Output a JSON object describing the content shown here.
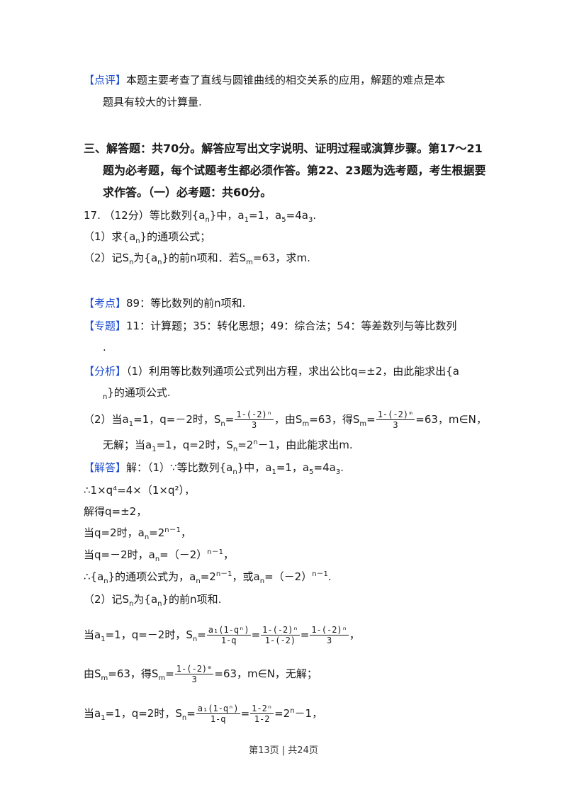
{
  "comment": {
    "tag": "【点评】",
    "line1": "本题主要考查了直线与圆锥曲线的相交关系的应用，解题的难点是本",
    "line2": "题具有较大的计算量."
  },
  "section": {
    "line1": "三、解答题：共70分。解答应写出文字说明、证明过程或演算步骤。第17～21",
    "line2": "题为必考题，每个试题考生都必须作答。第22、23题为选考题，考生根据要",
    "line3": "求作答。（一）必考题：共60分。"
  },
  "problem": {
    "number": "17.",
    "score": "（12分）等比数列{a",
    "stmt_rest": "}中，a",
    "stmt_a1": "=1，a",
    "stmt_a5": "=4a",
    "stmt_end": ".",
    "part1": "（1）求{a",
    "part1_end": "}的通项公式；",
    "part2_a": "（2）记S",
    "part2_b": "为{a",
    "part2_c": "}的前n项和．若S",
    "part2_d": "=63，求m."
  },
  "kaodian": {
    "tag": "【考点】",
    "text": "89：等比数列的前n项和."
  },
  "zhuanti": {
    "tag": "【专题】",
    "text": "11：计算题；35：转化思想；49：综合法；54：等差数列与等比数列",
    "cont": "."
  },
  "fenxi": {
    "tag": "【分析】",
    "line1": "（1）利用等比数列通项公式列出方程，求出公比q=±2，由此能求出{a",
    "line2_end": "}的通项公式.",
    "l3_a": "（2）当a",
    "l3_b": "=1，q=－2时，S",
    "l3_c": "=",
    "l3_d": "，由S",
    "l3_e": "=63，得S",
    "l3_f": "=",
    "l3_g": "=63，m∈N，",
    "l4_a": "无解；当a",
    "l4_b": "=1，q=2时，S",
    "l4_c": "=2",
    "l4_d": "－1，由此能求出m."
  },
  "jieda": {
    "tag": "【解答】",
    "l1_a": "解：（1）∵等比数列{a",
    "l1_b": "}中，a",
    "l1_c": "=1，a",
    "l1_d": "=4a",
    "l1_e": ".",
    "l2": "∴1×q⁴=4×（1×q²），",
    "l3": "解得q=±2，",
    "l4_a": "当q=2时，a",
    "l4_b": "=2",
    "l4_c": "，",
    "l5_a": "当q=－2时，a",
    "l5_b": "=（－2）",
    "l5_c": "，",
    "l6_a": "∴{a",
    "l6_b": "}的通项公式为，a",
    "l6_c": "=2",
    "l6_d": "，或a",
    "l6_e": "=（－2）",
    "l6_f": ".",
    "l7_a": "（2）记S",
    "l7_b": "为{a",
    "l7_c": "}的前n项和.",
    "l8_a": "当a",
    "l8_b": "=1，q=－2时，S",
    "l8_c": "=",
    "l8_end": "，",
    "l9_a": "由S",
    "l9_b": "=63，得S",
    "l9_c": "=",
    "l9_d": "=63，m∈N，无解；",
    "l10_a": "当a",
    "l10_b": "=1，q=2时，S",
    "l10_c": "=",
    "l10_d": "=2",
    "l10_e": "－1，"
  },
  "fractions": {
    "f_a": {
      "num": "1-(-2)ⁿ",
      "den": "3"
    },
    "f_b": {
      "num": "1-(-2)ᵐ",
      "den": "3"
    },
    "f_c": {
      "num": "a₁(1-qⁿ)",
      "den": "1-q"
    },
    "f_d": {
      "num": "1-(-2)ⁿ",
      "den": "1-(-2)"
    },
    "f_e": {
      "num": "1-2ⁿ",
      "den": "1-2"
    }
  },
  "scripts": {
    "sub_n": "n",
    "sub_1": "1",
    "sub_3": "3",
    "sub_5": "5",
    "sub_m": "m",
    "sup_n1": "n－1",
    "sup_n": "n"
  },
  "footer": "第13页 | 共24页",
  "colors": {
    "tag": "#1f4fd1",
    "text": "#1a1a1a"
  }
}
